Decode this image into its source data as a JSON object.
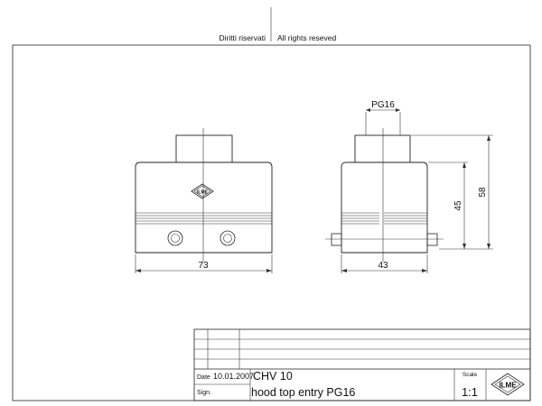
{
  "header": {
    "rights_it": "Diritti riservati",
    "rights_en": "All rights reseved"
  },
  "front_view": {
    "width_dim": "73"
  },
  "side_view": {
    "thread_label": "PG16",
    "width_dim": "43",
    "height_inner_dim": "45",
    "height_total_dim": "58"
  },
  "title_block": {
    "date_label": "Date",
    "date_value": "10.01.2007",
    "sign_label": "Sign.",
    "code": "CHV 10",
    "description": "hood top entry PG16",
    "scale_label": "Scale",
    "scale_value": "1:1",
    "logo_text": "ILME"
  },
  "colors": {
    "line": "#222222",
    "background": "#ffffff"
  }
}
